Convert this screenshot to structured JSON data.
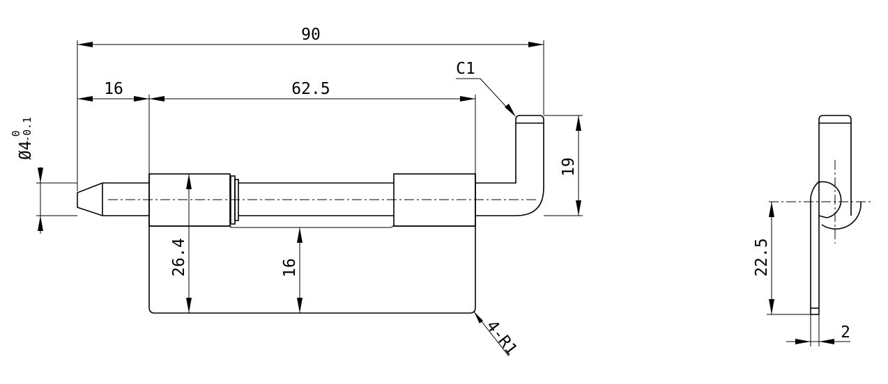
{
  "dimensions": {
    "overall_length": "90",
    "pin_length": "16",
    "bar_length": "62.5",
    "chamfer": "C1",
    "handle_height": "19",
    "plate_height": "26.4",
    "slot_height": "16",
    "corner_radius": "4-R1",
    "pin_diameter": "Ø4",
    "pin_tol_upper": "0",
    "pin_tol_lower": "-0.1",
    "side_height": "22.5",
    "thickness": "2"
  }
}
